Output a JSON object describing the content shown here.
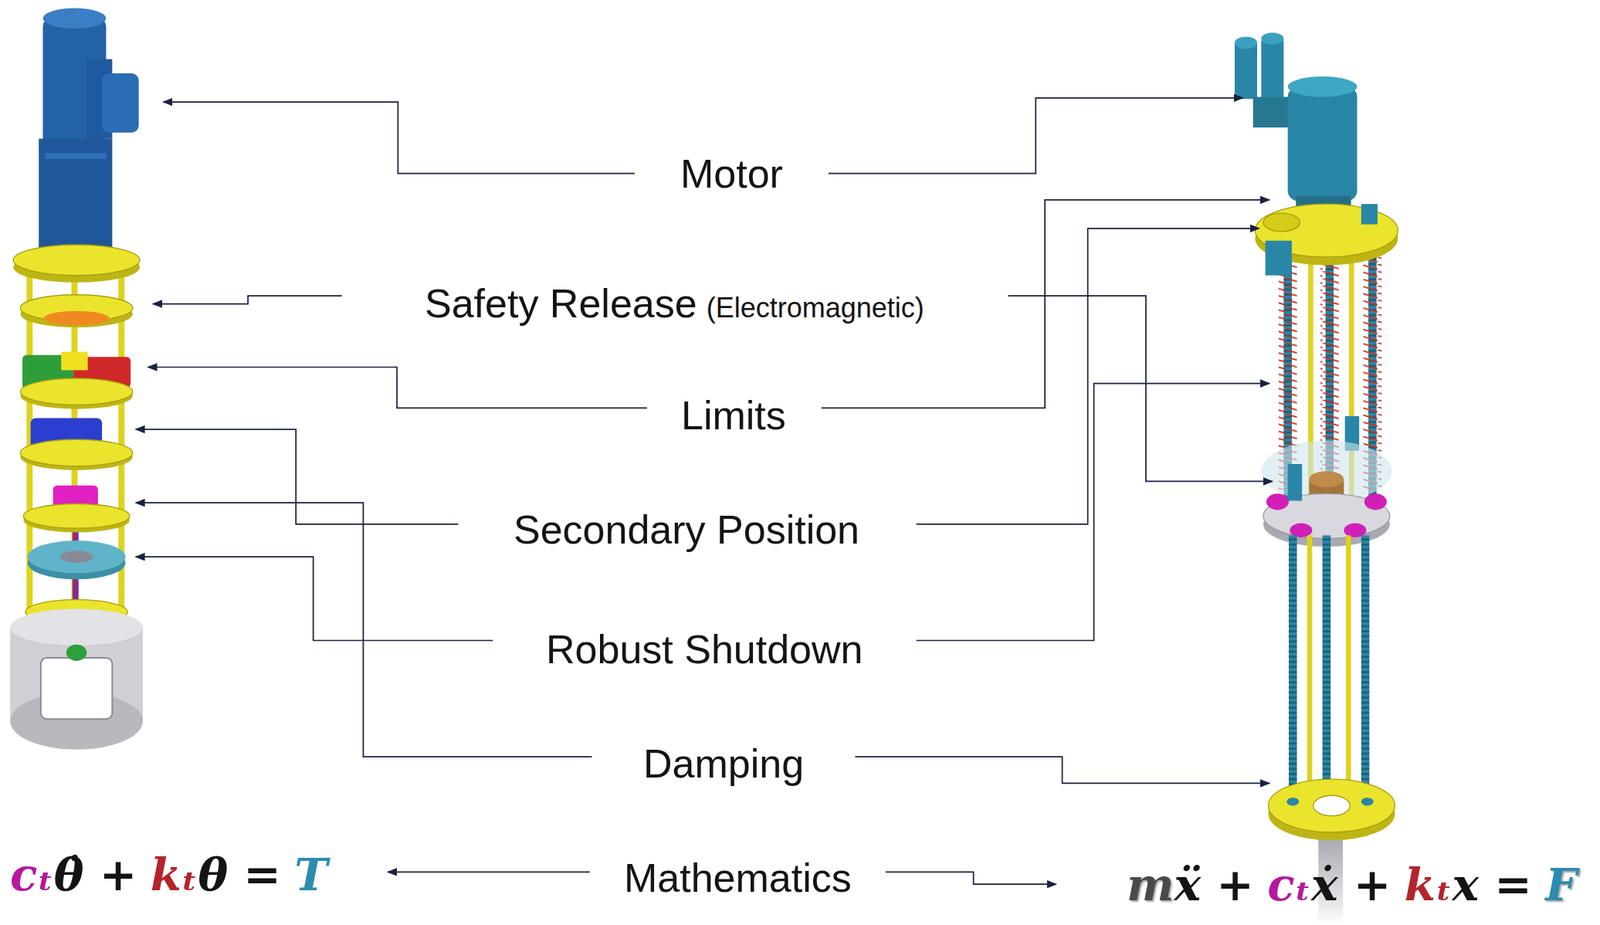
{
  "diagram": {
    "labels": [
      "Motor",
      "Safety Release",
      "(Electromagnetic)",
      "Limits",
      "Secondary Position",
      "Robust Shutdown",
      "Damping",
      "Mathematics",
      "cₜ",
      "θ̇ +",
      "kₜ",
      "θ =",
      "T",
      "m",
      "ẍ +",
      "cₜ",
      "ẋ +",
      "kₜ",
      "x =",
      "F"
    ]
  }
}
